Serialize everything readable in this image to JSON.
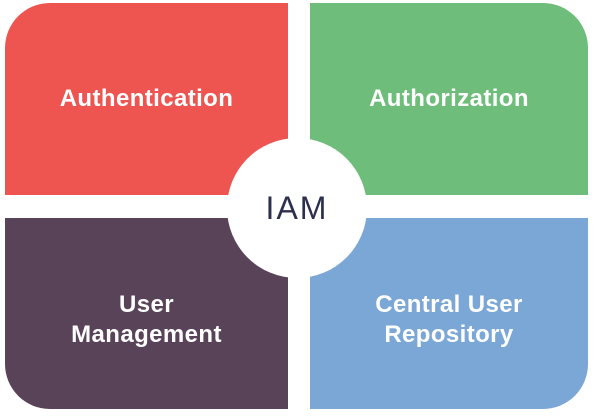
{
  "diagram": {
    "center": {
      "label": "IAM",
      "text_color": "#2d2f4e",
      "background": "#ffffff"
    },
    "quadrants": [
      {
        "id": "authentication",
        "position": "top-left",
        "label": "Authentication",
        "lines": [
          "Authentication"
        ],
        "color": "#ee5551",
        "text_color": "#ffffff"
      },
      {
        "id": "authorization",
        "position": "top-right",
        "label": "Authorization",
        "lines": [
          "Authorization"
        ],
        "color": "#6ebd7a",
        "text_color": "#ffffff"
      },
      {
        "id": "user-management",
        "position": "bottom-left",
        "label": "User Management",
        "lines": [
          "User",
          "Management"
        ],
        "color": "#594358",
        "text_color": "#ffffff"
      },
      {
        "id": "central-user-repository",
        "position": "bottom-right",
        "label": "Central User Repository",
        "lines": [
          "Central User",
          "Repository"
        ],
        "color": "#7ba7d6",
        "text_color": "#ffffff"
      }
    ]
  }
}
